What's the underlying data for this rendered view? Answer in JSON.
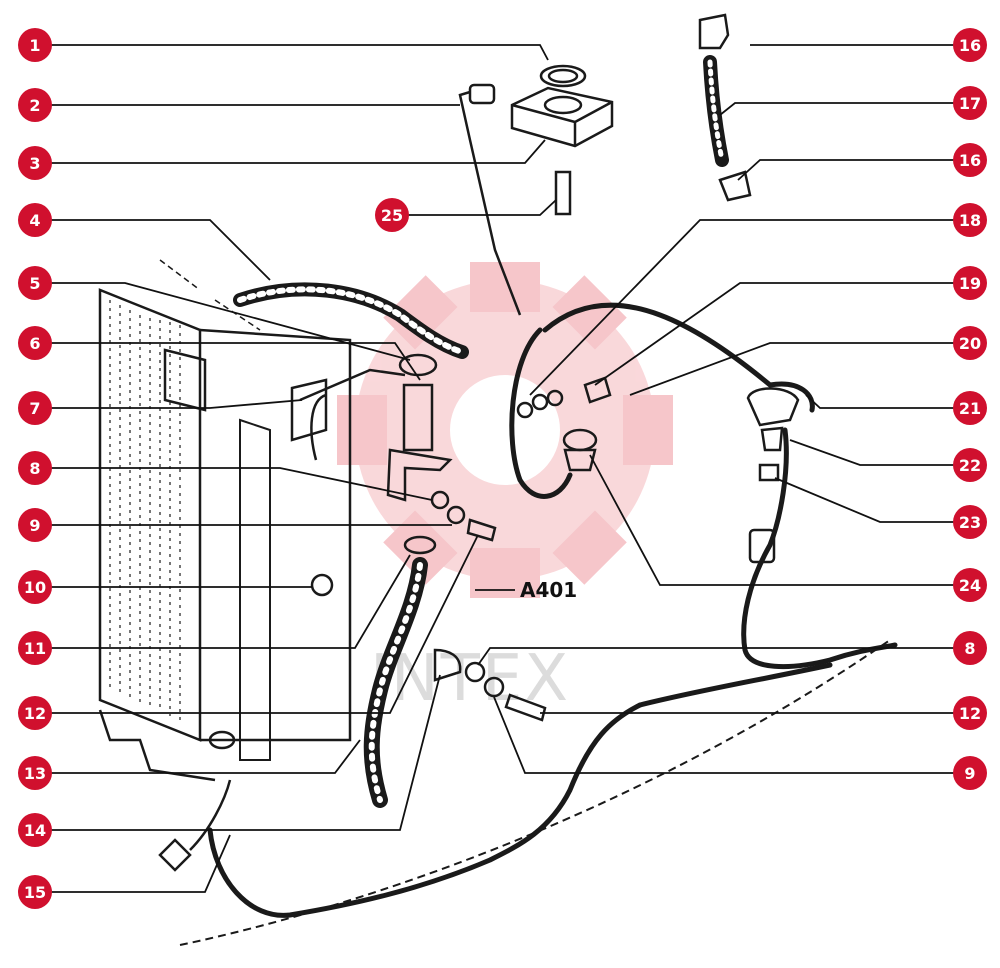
{
  "diagram": {
    "reference_code": "A401",
    "watermark": "INTEX",
    "colors": {
      "callout_fill": "#d0102e",
      "callout_text": "#ffffff",
      "leader_line": "#111111",
      "drawing_line": "#1a1a1a",
      "watermark_gear": "#f6c9cc"
    },
    "callouts": [
      {
        "label": "1"
      },
      {
        "label": "2"
      },
      {
        "label": "3"
      },
      {
        "label": "4"
      },
      {
        "label": "5"
      },
      {
        "label": "6"
      },
      {
        "label": "7"
      },
      {
        "label": "8"
      },
      {
        "label": "9"
      },
      {
        "label": "10"
      },
      {
        "label": "11"
      },
      {
        "label": "12"
      },
      {
        "label": "13"
      },
      {
        "label": "14"
      },
      {
        "label": "15"
      },
      {
        "label": "16"
      },
      {
        "label": "17"
      },
      {
        "label": "16"
      },
      {
        "label": "25"
      },
      {
        "label": "18"
      },
      {
        "label": "19"
      },
      {
        "label": "20"
      },
      {
        "label": "21"
      },
      {
        "label": "22"
      },
      {
        "label": "23"
      },
      {
        "label": "24"
      },
      {
        "label": "8"
      },
      {
        "label": "12"
      },
      {
        "label": "9"
      }
    ]
  }
}
